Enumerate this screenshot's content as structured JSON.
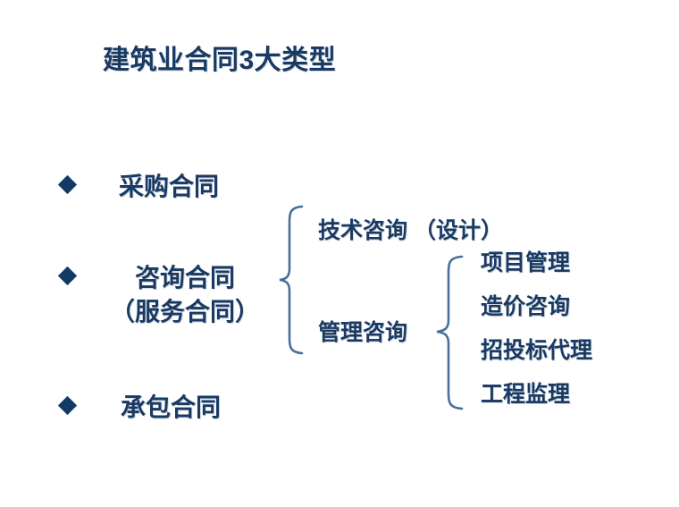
{
  "slide": {
    "title": "建筑业合同3大类型",
    "background_color": "#ffffff",
    "text_color": "#1a3a63",
    "bullet_color": "#123a66",
    "brace_color": "#4a6f9c"
  },
  "bullets": [
    {
      "marker": "diamond-bullet-icon",
      "lines": [
        "采购合同"
      ]
    },
    {
      "marker": "diamond-bullet-icon",
      "lines": [
        "咨询合同",
        "（服务合同）"
      ]
    },
    {
      "marker": "diamond-bullet-icon",
      "lines": [
        "承包合同"
      ]
    }
  ],
  "middle_column": {
    "technical": "技术咨询 （设计）",
    "management": "管理咨询"
  },
  "right_column": {
    "items": [
      "项目管理",
      "造价咨询",
      "招投标代理",
      "工程监理"
    ]
  },
  "braces": [
    {
      "name": "consulting-brace",
      "points_from": "咨询合同（服务合同）"
    },
    {
      "name": "management-brace",
      "points_from": "管理咨询"
    }
  ]
}
